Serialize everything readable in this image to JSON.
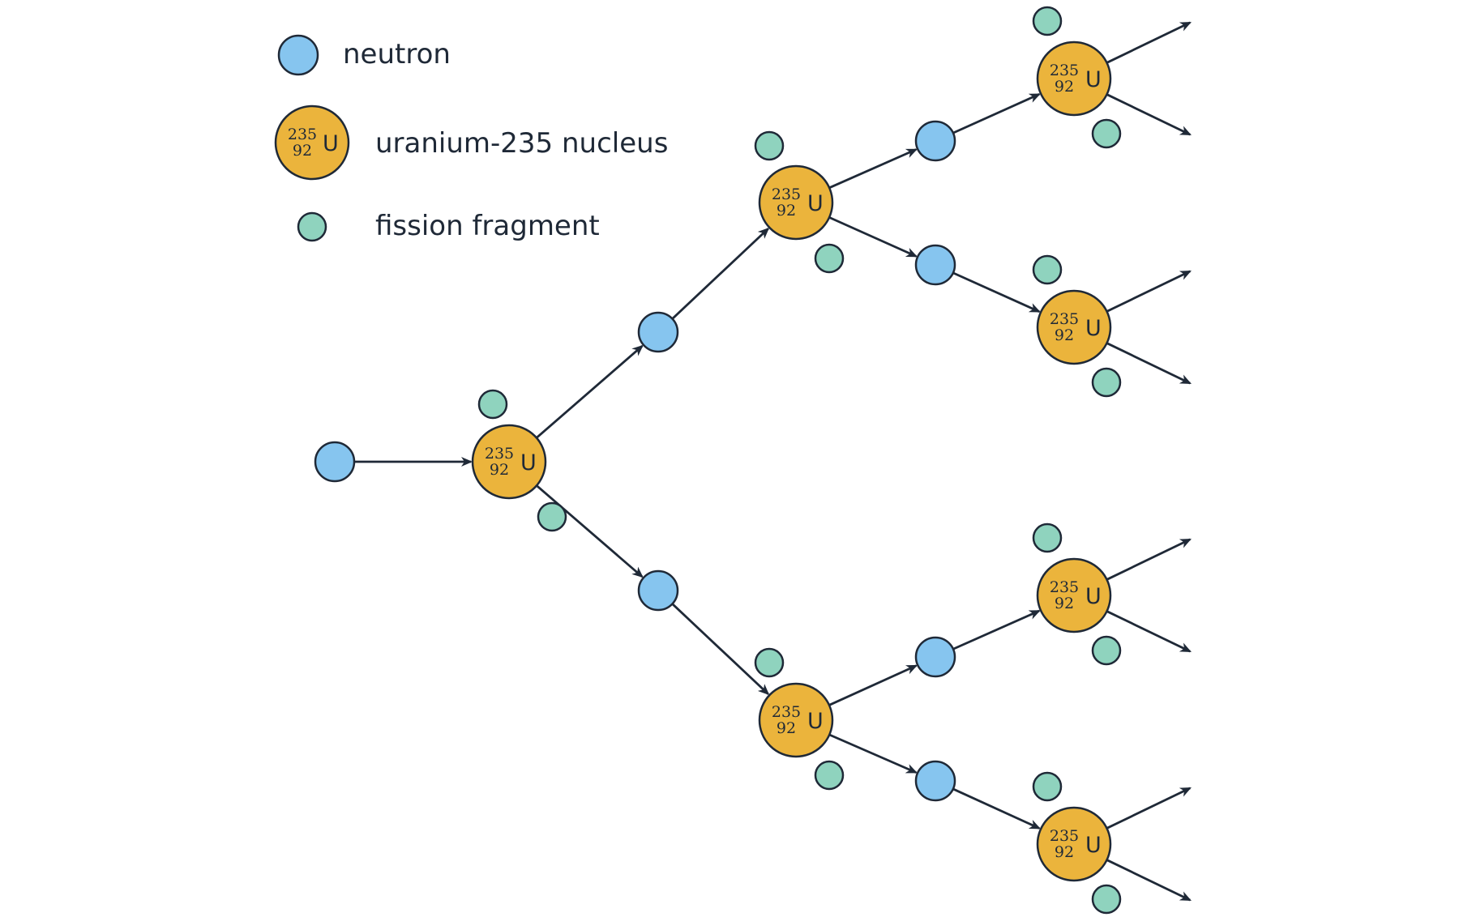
{
  "legend": {
    "neutron": "neutron",
    "uranium": "uranium-235 nucleus",
    "fragment": "fission fragment"
  },
  "nucleus_label": {
    "mass": "235",
    "atomic": "92",
    "symbol": "U"
  },
  "colors": {
    "neutron": "#86c5ef",
    "uranium": "#ebb43c",
    "fragment": "#8fd3be",
    "stroke": "#1f2937",
    "arrow": "#1f2937"
  }
}
